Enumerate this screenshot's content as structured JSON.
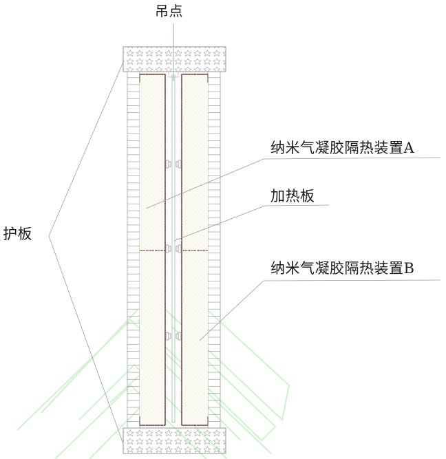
{
  "diagram": {
    "labels": {
      "hanging_point": "吊点",
      "aerogel_a": "纳米气凝胶隔热装置A",
      "heating_plate": "加热板",
      "aerogel_b": "纳米气凝胶隔热装置B",
      "guard_plate": "护板"
    },
    "colors": {
      "line": "#8a8a8a",
      "leader": "#9a9a9a",
      "panel_edge": "#7a5a5a",
      "panel_fill": "#fbfaf4",
      "heater_line": "#8fbf9f",
      "center_line": "#6fae7a",
      "watermark": "#c8f0c8"
    }
  }
}
